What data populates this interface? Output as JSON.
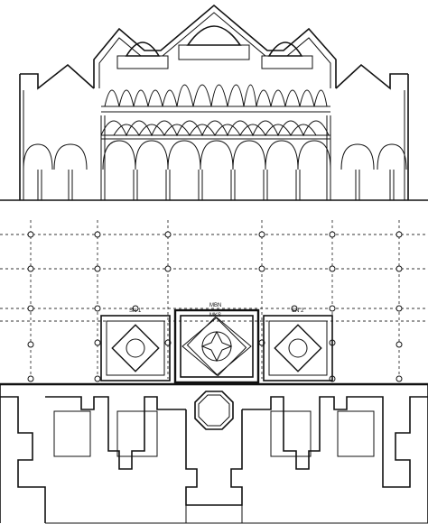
{
  "labels": {
    "left_bay": "SN 1",
    "center_bay": "MBN",
    "center_sub": "MKS",
    "right_bay": "SN 2"
  }
}
